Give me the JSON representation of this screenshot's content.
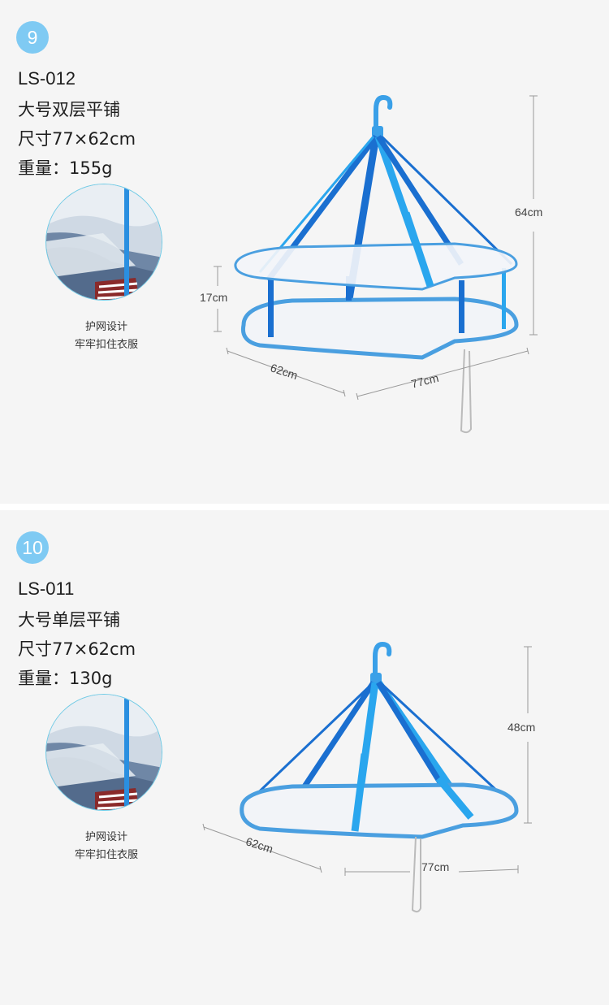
{
  "products": [
    {
      "number": "9",
      "model": "LS-012",
      "name": "大号双层平铺",
      "size": "尺寸77×62cm",
      "weight": "重量：155g",
      "caption_line1": "护网设计",
      "caption_line2": "牢牢扣住衣服",
      "dims": {
        "height": "64cm",
        "tier_gap": "17cm",
        "depth": "62cm",
        "width": "77cm"
      }
    },
    {
      "number": "10",
      "model": "LS-011",
      "name": "大号单层平铺",
      "size": "尺寸77×62cm",
      "weight": "重量：130g",
      "caption_line1": "护网设计",
      "caption_line2": "牢牢扣住衣服",
      "dims": {
        "height": "48cm",
        "depth": "62cm",
        "width": "77cm"
      }
    }
  ],
  "colors": {
    "badge": "#7fcaf3",
    "strap_dark": "#1a6fd0",
    "strap_light": "#2aa6ee",
    "rim": "#4a9fe0",
    "mesh": "#f2f4f8",
    "panel_bg": "#f5f5f5"
  }
}
